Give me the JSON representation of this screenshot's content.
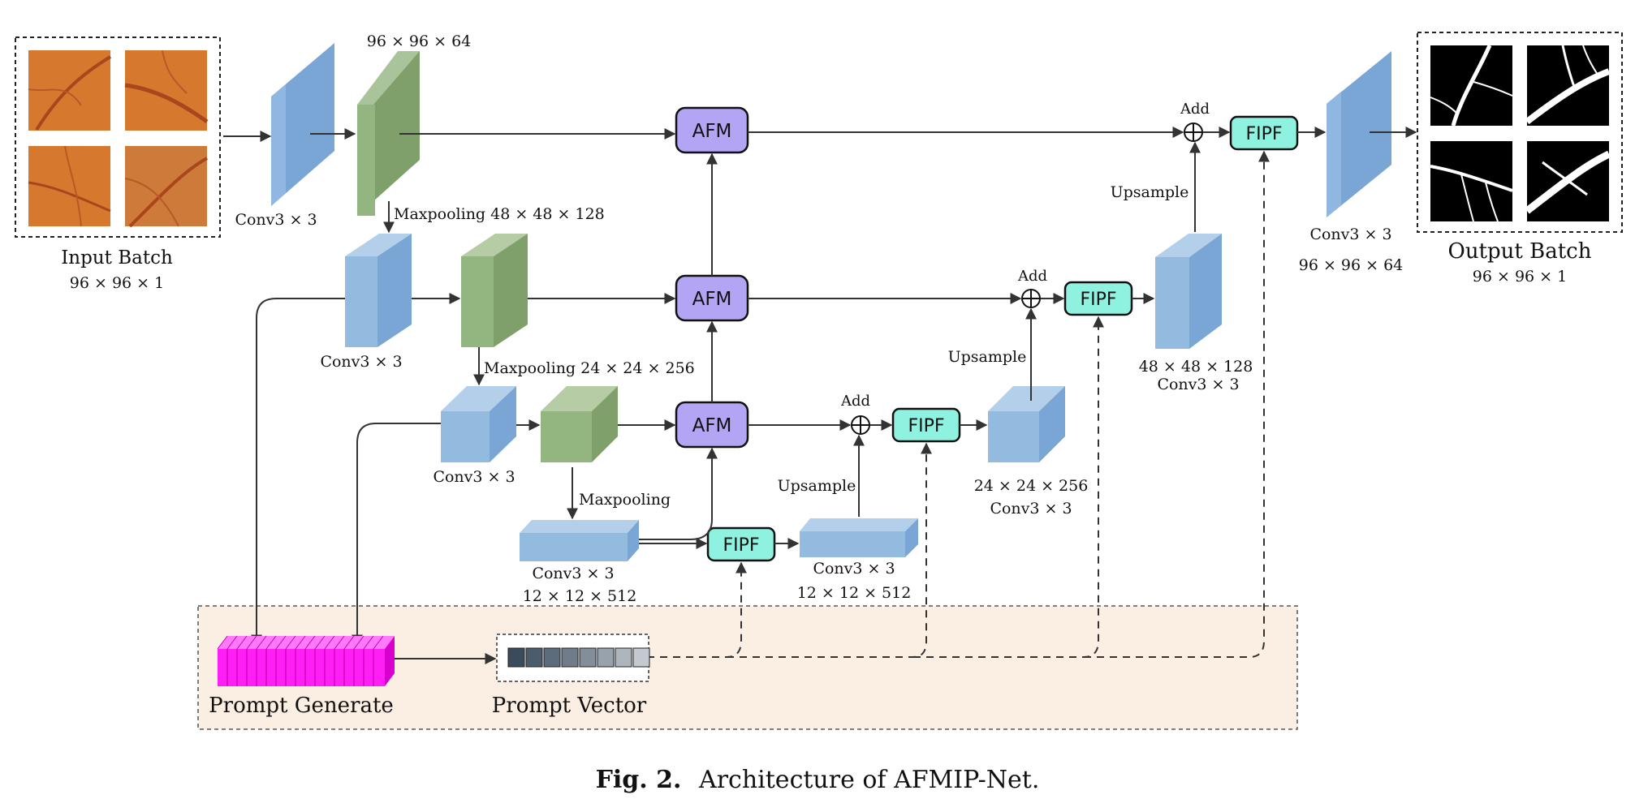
{
  "colors": {
    "conv_blue": "#89b3e0",
    "pool_green": "#8fb07b",
    "afm_purple": "#b4a4f4",
    "fipf_cyan": "#8ff2e0",
    "prompt_magenta": "#ff1ff4",
    "prompt_panel": "#fbeee2",
    "retina_orange": "#d7782f",
    "vessel_dark": "#a8461c"
  },
  "input": {
    "title": "Input Batch",
    "size": "96 × 96 × 1"
  },
  "output": {
    "title": "Output Batch",
    "size": "96 × 96 × 1"
  },
  "encoder": {
    "conv1_label": "Conv3 × 3",
    "feat1_size": "96 × 96 × 64",
    "pool1_label": "Maxpooling  48 × 48 × 128",
    "conv2_label": "Conv3 × 3",
    "pool2_label": "Maxpooling  24 × 24 × 256",
    "conv3_label": "Conv3 × 3",
    "pool3_label": "Maxpooling",
    "bottleneck_label": "Conv3 × 3",
    "bottleneck_size": "12 × 12 × 512"
  },
  "decoder": {
    "dec1_label": "Conv3 × 3",
    "dec1_size": "12 × 12 × 512",
    "dec2_size": "24 × 24 × 256",
    "dec2_label": "Conv3 × 3",
    "dec3_size": "48 × 48 × 128",
    "dec3_label": "Conv3 × 3",
    "final_label": "Conv3 × 3",
    "final_size": "96 × 96 × 64"
  },
  "modules": {
    "afm": "AFM",
    "fipf": "FIPF",
    "add": "Add",
    "upsample": "Upsample"
  },
  "prompt": {
    "generate_label": "Prompt Generate",
    "vector_label": "Prompt Vector",
    "vector_cells": [
      "#3a4b5c",
      "#4b5c6d",
      "#5c6c7c",
      "#6f7d8b",
      "#828f9b",
      "#97a2ac",
      "#aeb6bd",
      "#c4c9cf"
    ]
  },
  "caption": {
    "fig": "Fig. 2.",
    "text": "Architecture of AFMIP-Net."
  }
}
